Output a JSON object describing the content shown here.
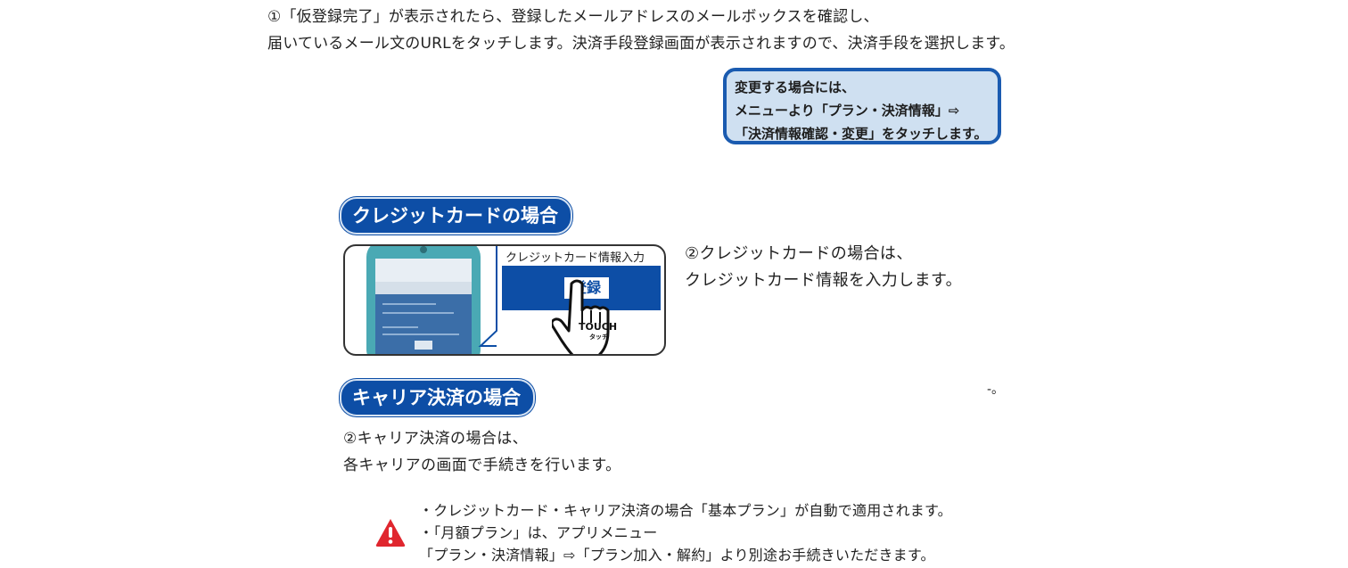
{
  "intro": {
    "line1": "①「仮登録完了」が表示されたら、登録したメールアドレスのメールボックスを確認し、",
    "line2": "届いているメール文のURLをタッチします。決済手段登録画面が表示されますので、決済手段を選択します。"
  },
  "change_note": {
    "line1": "変更する場合には、",
    "line2": "メニューより「プラン・決済情報」⇨",
    "line3": "「決済情報確認・変更」をタッチします。"
  },
  "credit": {
    "heading": "クレジットカードの場合",
    "callout_title": "クレジットカード情報入力",
    "register_button": "登録",
    "touch_label": "TOUCH",
    "touch_sub": "タッチ",
    "desc_line1": "②クレジットカードの場合は、",
    "desc_line2": "クレジットカード情報を入力します。"
  },
  "carrier": {
    "heading": "キャリア決済の場合",
    "desc_line1": "②キャリア決済の場合は、",
    "desc_line2": "各キャリアの画面で手続きを行います。",
    "stray_mark": "-。"
  },
  "warning": {
    "line1": "・クレジットカード・キャリア決済の場合「基本プラン」が自動で適用されます。",
    "line2": "・「月額プラン」は、アプリメニュー",
    "line3": "「プラン・決済情報」⇨「プラン加入・解約」より別途お手続きいただきます。"
  },
  "colors": {
    "accent_blue": "#0d4ea6",
    "note_bg": "#cfe0f1",
    "warning_red": "#e0262e"
  }
}
